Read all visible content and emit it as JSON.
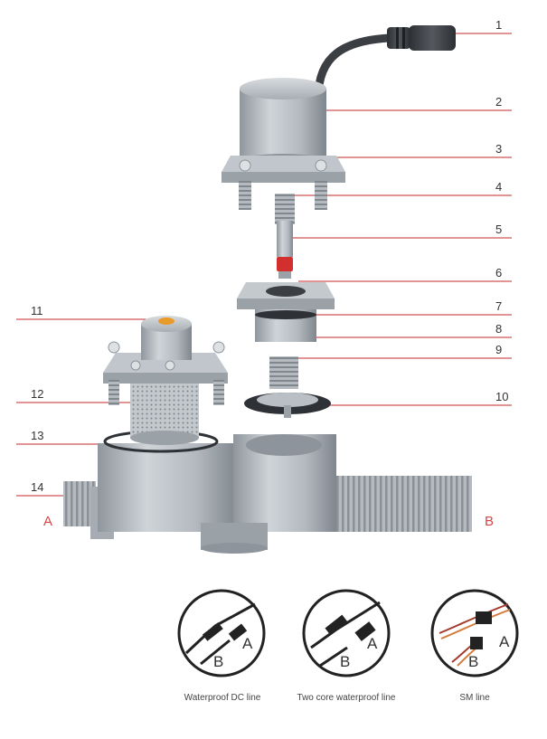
{
  "callouts": [
    {
      "label": "1"
    },
    {
      "label": "2"
    },
    {
      "label": "3"
    },
    {
      "label": "4"
    },
    {
      "label": "5"
    },
    {
      "label": "6"
    },
    {
      "label": "7"
    },
    {
      "label": "8"
    },
    {
      "label": "9"
    },
    {
      "label": "10"
    },
    {
      "label": "11"
    },
    {
      "label": "12"
    },
    {
      "label": "13"
    },
    {
      "label": "14"
    }
  ],
  "ports": {
    "inlet": "A",
    "outlet": "B"
  },
  "connectors": [
    {
      "caption": "Waterproof DC line",
      "end_a": "A",
      "end_b": "B"
    },
    {
      "caption": "Two core waterproof line",
      "end_a": "A",
      "end_b": "B"
    },
    {
      "caption": "SM line",
      "end_a": "A",
      "end_b": "B"
    }
  ],
  "colors": {
    "leader_line": "#c62828",
    "label_ab": "#d64545",
    "part_body": "#b8bec4",
    "part_shade": "#8d949b",
    "cable": "#3b3f44",
    "plunger_tip": "#d32f2f",
    "valve_core": "#e89a2a"
  }
}
